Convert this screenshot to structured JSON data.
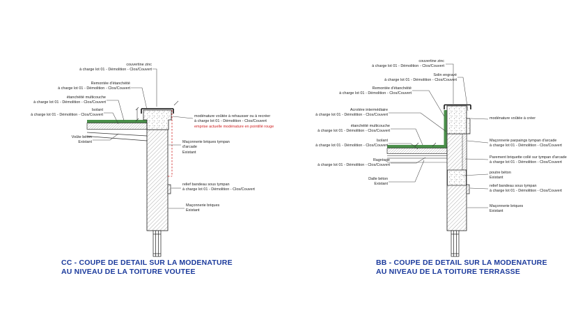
{
  "sheet": {
    "background": "#ffffff"
  },
  "colors": {
    "title_blue": "#1b3a9c",
    "annotation_red": "#cf1f1f",
    "waterproofing_green": "#4a8f4a",
    "line_black": "#1c1c1c",
    "hatch_gray": "#8a8a8a"
  },
  "notes": {
    "charge": "à charge lot 01 - Démolition - Clos/Couvert",
    "existing": "Existant"
  },
  "cc": {
    "labels": {
      "couvertine": "couvertine zinc",
      "remontee": "Remontée d'étanchéité",
      "etancheite": "étanchéité multicouche",
      "isolant": "Isolant",
      "voute": "Voûte béton",
      "modenature_l1": "modénature voûtée à rehausser ou à recréer",
      "modenature_l3": "emprise actuelle modénature en pointillé rouge",
      "tympan_l1": "Maçonnerie briques tympan",
      "tympan_l2": "d'arcade",
      "bandeau": "relief bandeau sous tympan",
      "briques": "Maçonnerie briques"
    },
    "title_line1": "CC - COUPE DE DETAIL SUR LA MODENATURE",
    "title_line2": "AU NIVEAU DE LA TOITURE VOUTEE"
  },
  "bb": {
    "labels": {
      "couvertine": "couvertine zinc",
      "solin": "Solin engravé",
      "remontee": "Remontée d'étanchéité",
      "acrotere": "Acrotère intermédiaire",
      "etancheite": "étanchéité multicouche",
      "isolant": "Isolant",
      "ragreage": "Ragréage",
      "dalle": "Dalle béton",
      "modenature": "modénature voûtée à créer",
      "parpaings": "Maçonnerie parpaings tympan d'arcade",
      "parement": "Parement briquette collé sur tympan d'arcade",
      "poutre": "poutre béton",
      "bandeau": "relief bandeau sous tympan",
      "briques": "Maçonnerie briques"
    },
    "title_line1": "BB - COUPE DE DETAIL SUR LA MODENATURE",
    "title_line2": "AU NIVEAU DE LA TOITURE TERRASSE"
  }
}
